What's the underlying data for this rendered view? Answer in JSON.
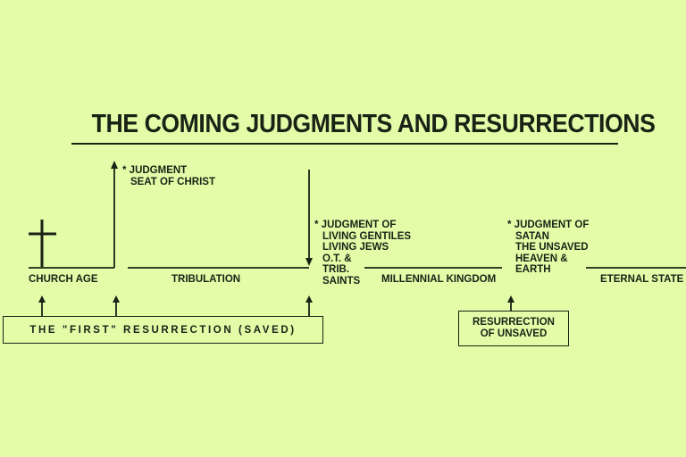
{
  "title": "THE COMING JUDGMENTS AND RESURRECTIONS",
  "periods": {
    "church_age": "CHURCH AGE",
    "tribulation": "TRIBULATION",
    "millennial_kingdom": "MILLENNIAL KINGDOM",
    "eternal_state": "ETERNAL STATE"
  },
  "judgments": {
    "seat_of_christ": [
      "* JUDGMENT",
      "SEAT OF CHRIST"
    ],
    "gentiles_jews_saints": [
      "* JUDGMENT OF",
      "LIVING GENTILES",
      "LIVING JEWS",
      "O.T. &",
      "TRIB.",
      "SAINTS"
    ],
    "satan_unsaved": [
      "* JUDGMENT OF",
      "SATAN",
      "THE UNSAVED",
      "HEAVEN &",
      "EARTH"
    ]
  },
  "resurrections": {
    "first": "THE \"FIRST\" RESURRECTION (SAVED)",
    "unsaved": [
      "RESURRECTION",
      "OF UNSAVED"
    ]
  },
  "colors": {
    "background": "#e2fca8",
    "ink": "#1a2216"
  },
  "icons": [
    "cross-icon",
    "arrow-up-icon",
    "arrow-down-icon"
  ]
}
